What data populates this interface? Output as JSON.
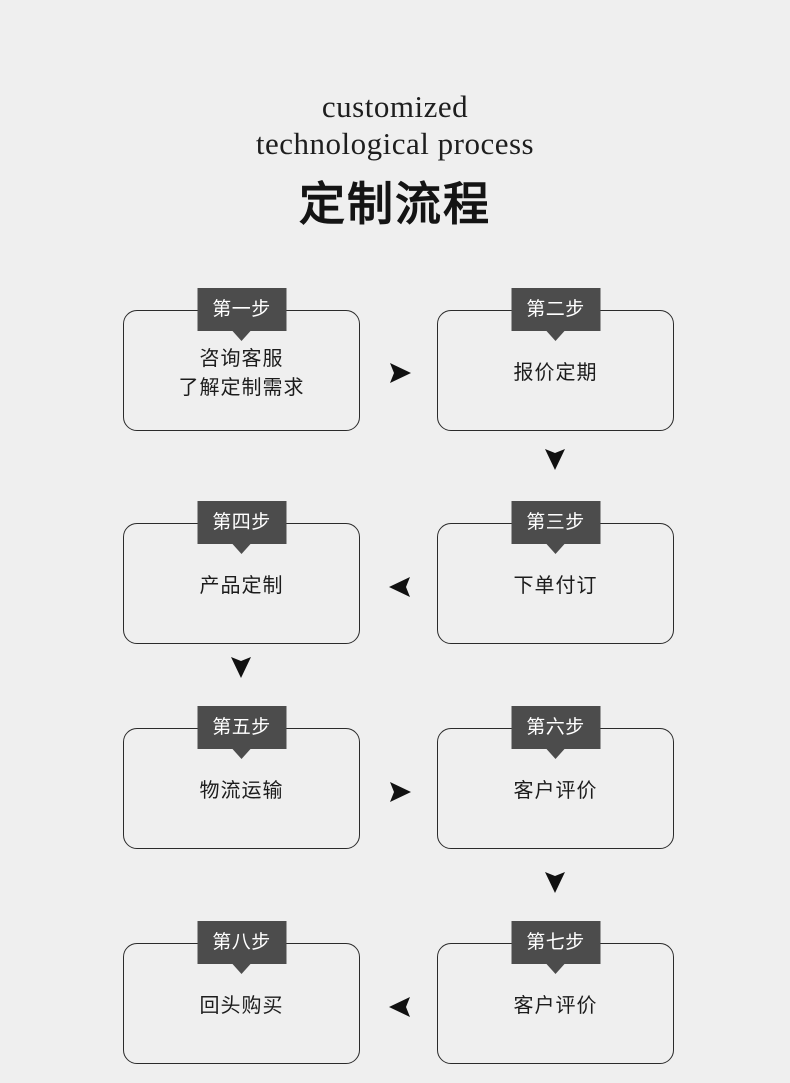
{
  "header": {
    "english_line1": "customized",
    "english_line2": "technological process",
    "chinese_title": "定制流程"
  },
  "colors": {
    "background": "#efefef",
    "box_border": "#2b2b2b",
    "tab_background": "#4c4c4c",
    "tab_text": "#ffffff",
    "body_text": "#1c1c1c",
    "arrow": "#111111"
  },
  "steps": [
    {
      "tab": "第一步",
      "lines": [
        "咨询客服",
        "了解定制需求"
      ]
    },
    {
      "tab": "第二步",
      "lines": [
        "报价定期"
      ]
    },
    {
      "tab": "第三步",
      "lines": [
        "下单付订"
      ]
    },
    {
      "tab": "第四步",
      "lines": [
        "产品定制"
      ]
    },
    {
      "tab": "第五步",
      "lines": [
        "物流运输"
      ]
    },
    {
      "tab": "第六步",
      "lines": [
        "客户评价"
      ]
    },
    {
      "tab": "第七步",
      "lines": [
        "客户评价"
      ]
    },
    {
      "tab": "第八步",
      "lines": [
        "回头购买"
      ]
    }
  ],
  "arrows": [
    {
      "name": "arrow-step1-to-step2",
      "direction": "right"
    },
    {
      "name": "arrow-step2-to-step3",
      "direction": "down"
    },
    {
      "name": "arrow-step3-to-step4",
      "direction": "left"
    },
    {
      "name": "arrow-step4-to-step5",
      "direction": "down"
    },
    {
      "name": "arrow-step5-to-step6",
      "direction": "right"
    },
    {
      "name": "arrow-step6-to-step7",
      "direction": "down"
    },
    {
      "name": "arrow-step7-to-step8",
      "direction": "left"
    }
  ]
}
